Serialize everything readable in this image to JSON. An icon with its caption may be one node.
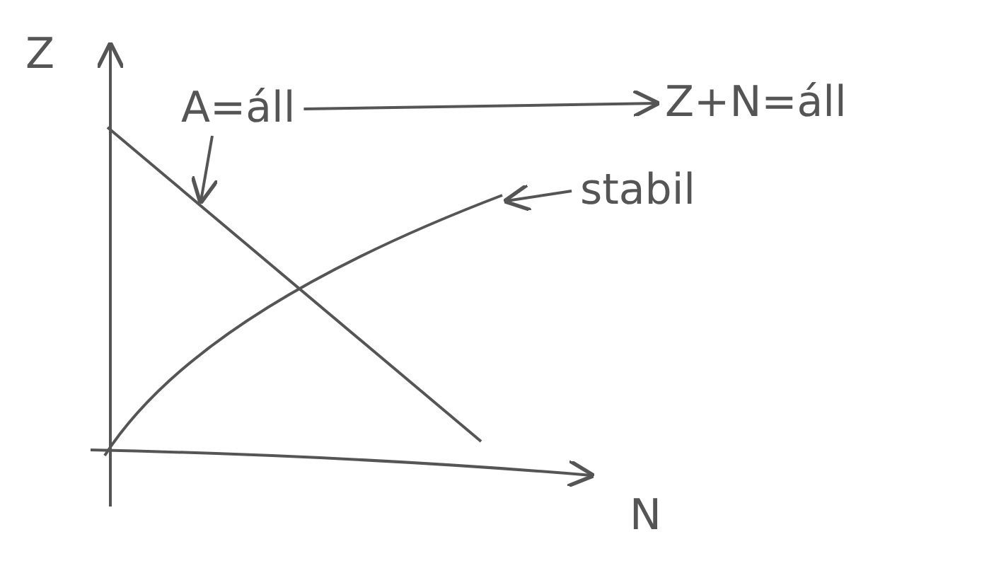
{
  "diagram": {
    "nodes": [
      {
        "text": [
          "A=áll"
        ]
      },
      {
        "text": [
          "Z+N=áll"
        ]
      },
      {
        "text": [
          "stabil"
        ]
      },
      {
        "text": [],
        "shape": "line"
      },
      {
        "text": [],
        "shape": "curve"
      }
    ],
    "edges": [
      {
        "from": 0,
        "to": 1,
        "arrow": "to"
      },
      {
        "from": 0,
        "to": 3,
        "arrow": "to"
      },
      {
        "from": 2,
        "to": 4,
        "arrow": "to"
      }
    ],
    "labels": [
      "Z",
      "N"
    ]
  }
}
